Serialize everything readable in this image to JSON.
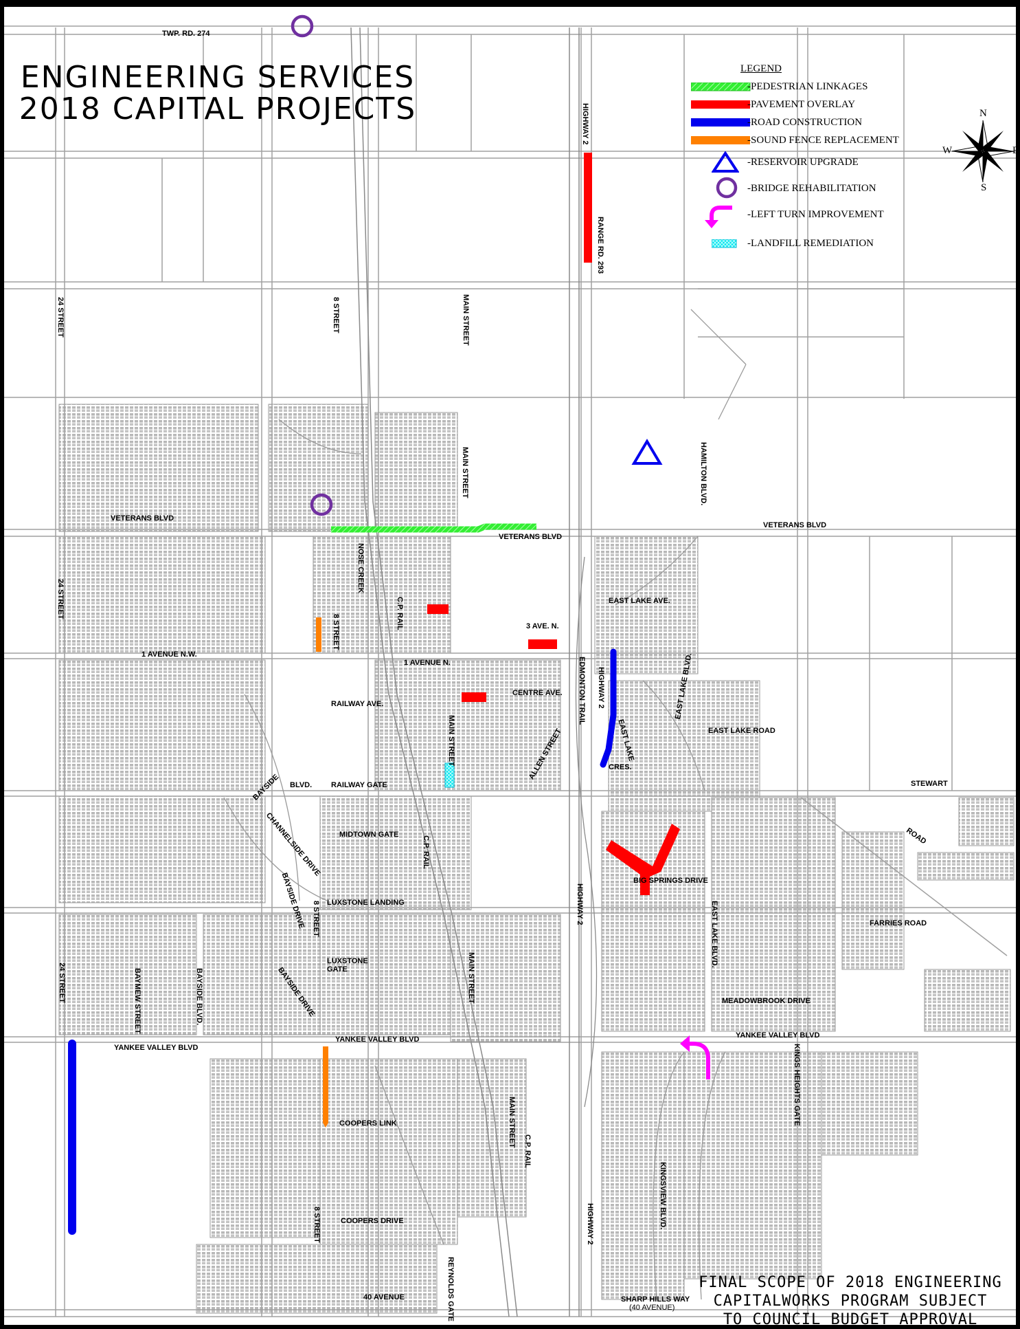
{
  "title": {
    "line1": "ENGINEERING SERVICES",
    "line2": "2018 CAPITAL PROJECTS"
  },
  "legend": {
    "heading": "LEGEND",
    "items": [
      {
        "label": "-PEDESTRIAN LINKAGES",
        "symbol": "hatched-bar",
        "color": "#33ee33"
      },
      {
        "label": "-PAVEMENT OVERLAY",
        "symbol": "bar",
        "color": "#ff0000"
      },
      {
        "label": "-ROAD CONSTRUCTION",
        "symbol": "bar",
        "color": "#0000ee"
      },
      {
        "label": "-SOUND FENCE REPLACEMENT",
        "symbol": "bar",
        "color": "#ff8000"
      },
      {
        "label": "-RESERVOIR UPGRADE",
        "symbol": "triangle",
        "color": "#0000ee"
      },
      {
        "label": "-BRIDGE REHABILITATION",
        "symbol": "circle",
        "color": "#7030a0"
      },
      {
        "label": "-LEFT TURN IMPROVEMENT",
        "symbol": "turn-arrow",
        "color": "#ff00ff"
      },
      {
        "label": "-LANDFILL REMEDIATION",
        "symbol": "cross-hatch",
        "color": "#00e5ee"
      }
    ]
  },
  "compass": {
    "n": "N",
    "s": "S",
    "e": "E",
    "w": "W"
  },
  "footer": {
    "line1": "FINAL SCOPE OF 2018 ENGINEERING",
    "line2": "CAPITALWORKS PROGRAM SUBJECT",
    "line3": "TO COUNCIL BUDGET APPROVAL"
  },
  "streets": {
    "twp_rd_274": "TWP. RD. 274",
    "highway_2_north": "HIGHWAY 2",
    "range_rd_293": "RANGE RD. 293",
    "street_24_north": "24 STREET",
    "street_8_north": "8 STREET",
    "main_street_north": "MAIN STREET",
    "main_street_mid": "MAIN STREET",
    "hamilton_blvd": "HAMILTON BLVD.",
    "veterans_blvd_west": "VETERANS BLVD",
    "veterans_blvd_center": "VETERANS BLVD",
    "veterans_blvd_east": "VETERANS BLVD",
    "street_24_mid": "24 STREET",
    "nose_creek": "NOSE CREEK",
    "street_8_mid": "8 STREET",
    "cp_rail_north": "C.P. RAIL",
    "east_lake_ave": "EAST LAKE AVE.",
    "third_ave_n": "3 AVE. N.",
    "first_avenue_nw": "1 AVENUE N.W.",
    "first_avenue_n": "1 AVENUE N.",
    "edmonton_trail": "EDMONTON TRAIL",
    "highway_2_mid": "HIGHWAY 2",
    "railway_ave": "RAILWAY AVE.",
    "centre_ave": "CENTRE AVE.",
    "main_street_center": "MAIN STREET",
    "east_lake_cres": "EAST LAKE",
    "cres": "CRES.",
    "east_lake_blvd_north": "EAST LAKE BLVD.",
    "east_lake_road": "EAST LAKE ROAD",
    "bayside_blvd_north": "BAYSIDE",
    "blvd": "BLVD.",
    "railway_gate": "RAILWAY GATE",
    "allen_street": "ALLEN STREET",
    "stewart": "STEWART",
    "road": "ROAD",
    "channelside_drive": "CHANNELSIDE DRIVE",
    "midtown_gate": "MIDTOWN GATE",
    "big_springs_drive": "BIG SPRINGS DRIVE",
    "bayside_drive_north": "BAYSIDE DRIVE",
    "street_8_south_mid": "8 STREET",
    "cp_rail_mid": "C.P. RAIL",
    "luxstone_landing": "LUXSTONE LANDING",
    "highway_2_south_mid": "HIGHWAY 2",
    "east_lake_blvd_south": "EAST LAKE BLVD.",
    "farries_road": "FARRIES ROAD",
    "luxstone_gate": "LUXSTONE GATE",
    "main_street_south_mid": "MAIN STREET",
    "street_24_south": "24 STREET",
    "baymew_street": "BAYMEW STREET",
    "bayside_blvd_south": "BAYSIDE BLVD.",
    "bayside_drive_south": "BAYSIDE DRIVE",
    "meadowbrook_drive": "MEADOWBROOK DRIVE",
    "yankee_valley_blvd_center": "YANKEE VALLEY BLVD",
    "yankee_valley_blvd_east": "YANKEE VALLEY BLVD",
    "yankee_valley_blvd_west": "YANKEE VALLEY BLVD",
    "kings_heights_gate": "KINGS HEIGHTS GATE",
    "main_street_south": "MAIN STREET",
    "coopers_link": "COOPERS LINK",
    "cp_rail_south": "C.P. RAIL",
    "highway_2_south": "HIGHWAY 2",
    "kingsview_blvd": "KINGSVIEW BLVD.",
    "street_8_south": "8 STREET",
    "coopers_drive": "COOPERS DRIVE",
    "reynolds_gate": "REYNOLDS GATE",
    "forty_avenue": "40 AVENUE",
    "sharp_hills_way": "SHARP HILLS WAY",
    "forty_avenue_paren": "(40 AVENUE)"
  }
}
